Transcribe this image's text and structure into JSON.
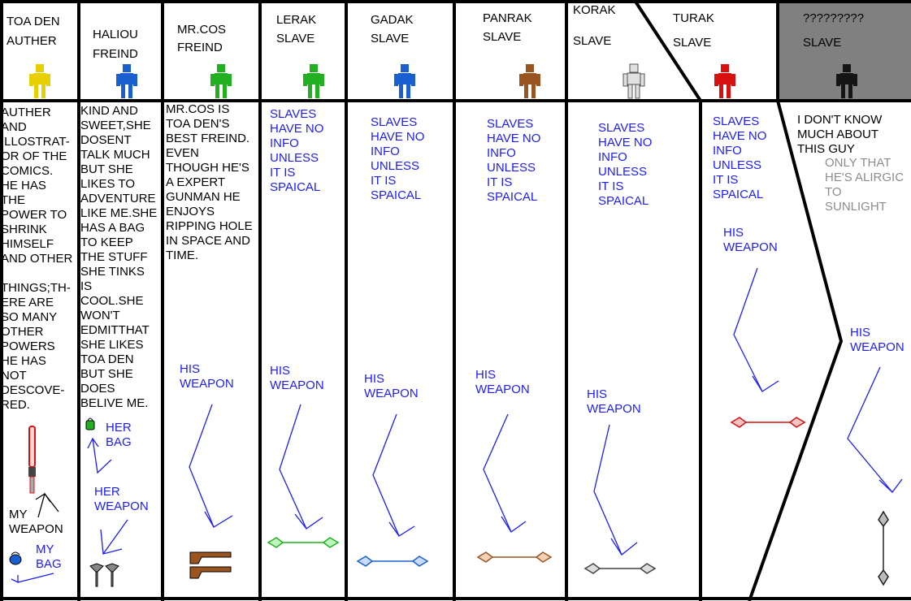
{
  "columns": [
    {
      "name": "TOA DEN\nAUTHER",
      "color": "#e8d000",
      "info": "AUTHER\nAND\nILLOSTRAT-\nOR OF THE\nCOMICS.\nHE HAS\nTHE\nPOWER TO\nSHRINK\nHIMSELF\nAND OTHER\n\nTHINGS;TH-\nERE ARE\nSO MANY\nOTHER\nPOWERS\nHE HAS\nNOT\nDESCOVE-\nRED.",
      "weapon_label": "MY\nWEAPON",
      "bag_label": "MY\nBAG"
    },
    {
      "name": "HALIOU\nFREIND",
      "color": "#1a5fd0",
      "info": "KIND AND\nSWEET,SHE\nDOSENT\nTALK MUCH\nBUT SHE\nLIKES TO\nADVENTURE\nLIKE ME.SHE\nHAS A BAG\nTO KEEP\nTHE STUFF\nSHE TINKS\n  IS\nCOOL.SHE\nWON'T\nEDMITTHAT\nSHE LIKES\nTOA DEN\nBUT SHE\nDOES\nBELIVE ME.",
      "bag_label": "HER\nBAG",
      "weapon_label": "HER\nWEAPON"
    },
    {
      "name": "MR.COS\nFREIND",
      "color": "#20b020",
      "info": "MR.COS IS\nTOA DEN'S\nBEST FREIND.\nEVEN\nTHOUGH HE'S\n A EXPERT\nGUNMAN HE\nENJOYS\nRIPPING HOLE\nIN SPACE AND\n TIME.",
      "weapon_label": "HIS\nWEAPON"
    },
    {
      "name": "LERAK\nSLAVE",
      "color": "#20b020",
      "info": "SLAVES\nHAVE NO\nINFO\nUNLESS\nIT IS\nSPAICAL",
      "weapon_label": "HIS\nWEAPON"
    },
    {
      "name": "GADAK\nSLAVE",
      "color": "#1a5fd0",
      "info": "SLAVES\nHAVE NO\nINFO\nUNLESS\nIT IS\nSPAICAL",
      "weapon_label": "HIS\nWEAPON"
    },
    {
      "name": "PANRAK\nSLAVE",
      "color": "#9a5420",
      "info": "SLAVES\nHAVE NO\nINFO\nUNLESS\nIT IS\nSPAICAL",
      "weapon_label": "HIS\nWEAPON"
    },
    {
      "name": "KORAK\n\nSLAVE",
      "color": "#e0e0e0",
      "info": "SLAVES\nHAVE NO\nINFO\nUNLESS\nIT IS\nSPAICAL",
      "weapon_label": "HIS\nWEAPON"
    },
    {
      "name": "TURAK\n\nSLAVE",
      "color": "#d81010",
      "info": "SLAVES\nHAVE NO\nINFO\nUNLESS\nIT IS\nSPAICAL",
      "weapon_label": "HIS\nWEAPON"
    },
    {
      "name": "?????????\n\nSLAVE",
      "color": "#151515",
      "info": "I DON'T KNOW\nMUCH ABOUT\nTHIS GUY",
      "extra": "ONLY THAT\nHE'S ALIRGIC\nTO\nSUNLIGHT",
      "weapon_label": "HIS\nWEAPON"
    }
  ],
  "colors": {
    "unknown_header_bg": "#808080",
    "annotation": "#1c1cff",
    "extra_note": "#8c8c8c"
  }
}
